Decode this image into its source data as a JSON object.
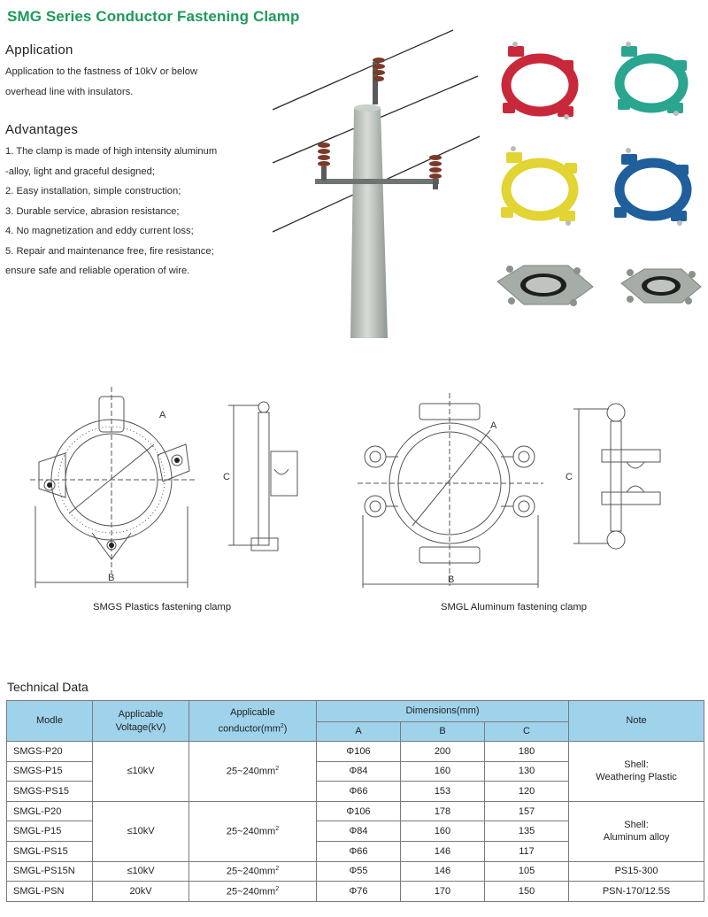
{
  "title": "SMG Series Conductor Fastening Clamp",
  "application": {
    "heading": "Application",
    "lines": [
      "Application to the fastness of 10kV or below",
      "overhead line with insulators."
    ]
  },
  "advantages": {
    "heading": "Advantages",
    "lines": [
      "1. The clamp is made of high intensity aluminum",
      "-alloy, light and graceful designed;",
      "2. Easy installation, simple construction;",
      "3. Durable service, abrasion resistance;",
      "4. No magnetization and eddy current loss;",
      "5. Repair and maintenance free, fire resistance;",
      "ensure safe and reliable operation of wire."
    ]
  },
  "photos": {
    "clamp_colors": [
      "#c8283a",
      "#2aa58f",
      "#e2d432",
      "#1f5f9c",
      "#9aa09a",
      "#9aa09a"
    ]
  },
  "drawings": {
    "plastic_caption": "SMGS Plastics fastening clamp",
    "aluminum_caption": "SMGL Aluminum fastening clamp",
    "labels": {
      "a": "A",
      "b": "B",
      "c": "C"
    }
  },
  "technical": {
    "heading": "Technical Data",
    "headers": {
      "modle": "Modle",
      "voltage": "Applicable Voltage(kV)",
      "conductor_main": "Applicable",
      "conductor_sub": "conductor(mm",
      "conductor_sup": "2",
      "conductor_close": ")",
      "dimensions": "Dimensions(mm)",
      "a": "A",
      "b": "B",
      "c": "C",
      "note": "Note"
    },
    "header_color": "#9fd3ec",
    "rows": [
      {
        "modle": "SMGS-P20",
        "a": "Φ106",
        "b": "200",
        "c": "180"
      },
      {
        "modle": "SMGS-P15",
        "a": "Φ84",
        "b": "160",
        "c": "130"
      },
      {
        "modle": "SMGS-PS15",
        "a": "Φ66",
        "b": "153",
        "c": "120"
      },
      {
        "modle": "SMGL-P20",
        "a": "Φ106",
        "b": "178",
        "c": "157"
      },
      {
        "modle": "SMGL-P15",
        "a": "Φ84",
        "b": "160",
        "c": "135"
      },
      {
        "modle": "SMGL-PS15",
        "a": "Φ66",
        "b": "146",
        "c": "117"
      },
      {
        "modle": "SMGL-PS15N",
        "a": "Φ55",
        "b": "146",
        "c": "105"
      },
      {
        "modle": "SMGL-PSN",
        "a": "Φ76",
        "b": "170",
        "c": "150"
      }
    ],
    "groups": {
      "smgs_voltage": "≤10kV",
      "smgs_conductor": "25~240mm",
      "smgs_note_1": "Shell:",
      "smgs_note_2": "Weathering Plastic",
      "smgl_voltage": "≤10kV",
      "smgl_conductor": "25~240mm",
      "smgl_note_1": "Shell:",
      "smgl_note_2": "Aluminum alloy",
      "ps15n_voltage": "≤10kV",
      "ps15n_conductor": "25~240mm",
      "ps15n_note": "PS15-300",
      "psn_voltage": "20kV",
      "psn_conductor": "25~240mm",
      "psn_note": "PSN-170/12.5S",
      "sup": "2"
    }
  }
}
